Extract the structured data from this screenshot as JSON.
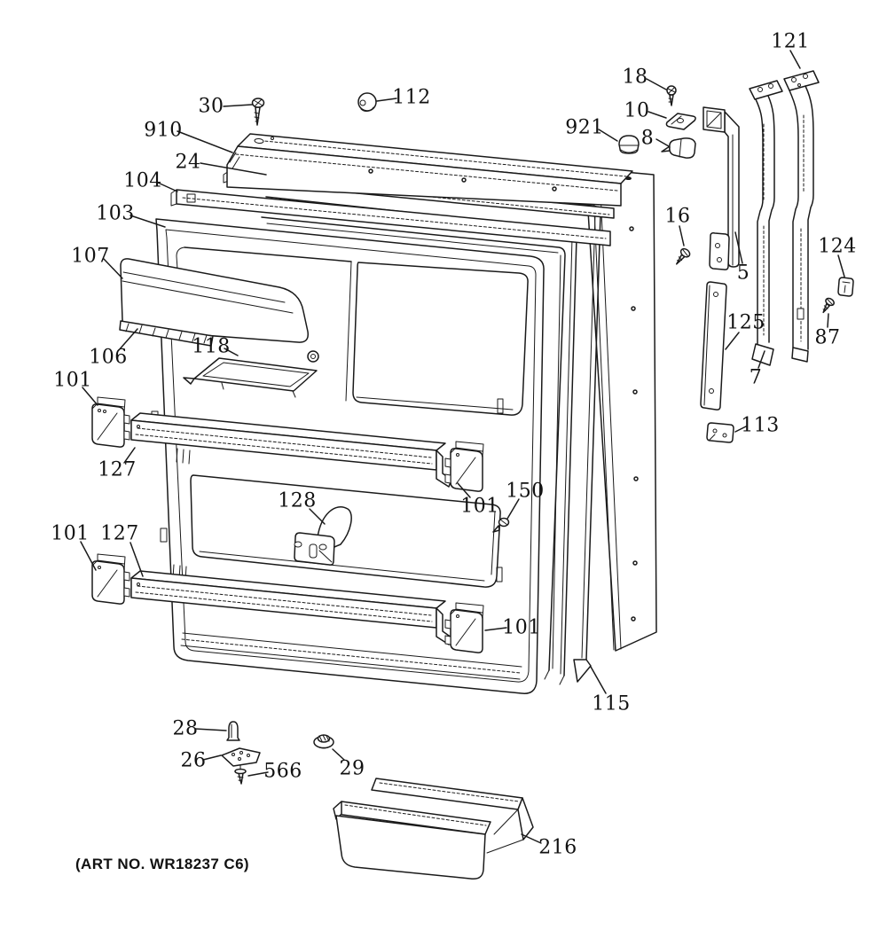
{
  "figure": {
    "type": "exploded-parts-diagram",
    "subject": "refrigerator fresh food door assembly",
    "line_color": "#1a1a1a",
    "background": "#ffffff"
  },
  "footer": {
    "art_no": "(ART NO. WR18237 C6)"
  },
  "callouts": [
    {
      "id": "30",
      "text": "30"
    },
    {
      "id": "112",
      "text": "112"
    },
    {
      "id": "910",
      "text": "910"
    },
    {
      "id": "24",
      "text": "24"
    },
    {
      "id": "104",
      "text": "104"
    },
    {
      "id": "103",
      "text": "103"
    },
    {
      "id": "107",
      "text": "107"
    },
    {
      "id": "106",
      "text": "106"
    },
    {
      "id": "118",
      "text": "118"
    },
    {
      "id": "101-upper-left",
      "text": "101"
    },
    {
      "id": "127-upper",
      "text": "127"
    },
    {
      "id": "128",
      "text": "128"
    },
    {
      "id": "101-mid",
      "text": "101"
    },
    {
      "id": "150",
      "text": "150"
    },
    {
      "id": "101-lower-left",
      "text": "101"
    },
    {
      "id": "127-lower",
      "text": "127"
    },
    {
      "id": "101-lower-right",
      "text": "101"
    },
    {
      "id": "115",
      "text": "115"
    },
    {
      "id": "18",
      "text": "18"
    },
    {
      "id": "10",
      "text": "10"
    },
    {
      "id": "921",
      "text": "921"
    },
    {
      "id": "8",
      "text": "8"
    },
    {
      "id": "121",
      "text": "121"
    },
    {
      "id": "16",
      "text": "16"
    },
    {
      "id": "5",
      "text": "5"
    },
    {
      "id": "124",
      "text": "124"
    },
    {
      "id": "87",
      "text": "87"
    },
    {
      "id": "125",
      "text": "125"
    },
    {
      "id": "7",
      "text": "7"
    },
    {
      "id": "113",
      "text": "113"
    },
    {
      "id": "28",
      "text": "28"
    },
    {
      "id": "26",
      "text": "26"
    },
    {
      "id": "566",
      "text": "566"
    },
    {
      "id": "29",
      "text": "29"
    },
    {
      "id": "216",
      "text": "216"
    }
  ]
}
